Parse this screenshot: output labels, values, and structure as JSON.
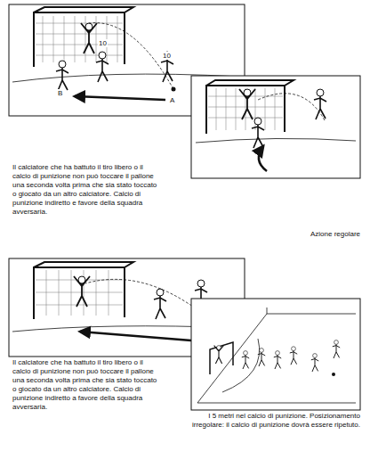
{
  "diagram": {
    "labels": [
      "10",
      "10",
      "B",
      "A",
      "Il calciatore che ha battuto il tiro libero o il calcio di punizione non può toccare il pallone una seconda volta prima che sia stato toccato o giocato da un altro calciatore. Calcio di punizione indiretto e favore della squadra avversaria.",
      "Azione regolare",
      "Il calciatore che ha battuto il tiro libero o il calcio di punizione non può toccare il pallone una seconda volta prima che sia stato toccato o giocato da un altro calciatore. Calcio di punizione indiretto a favore della squadra avversaria.",
      "I 5 metri nel calcio di punizione. Posizionamento irregolare: il calcio di punizione dovrà essere ripetuto."
    ]
  }
}
